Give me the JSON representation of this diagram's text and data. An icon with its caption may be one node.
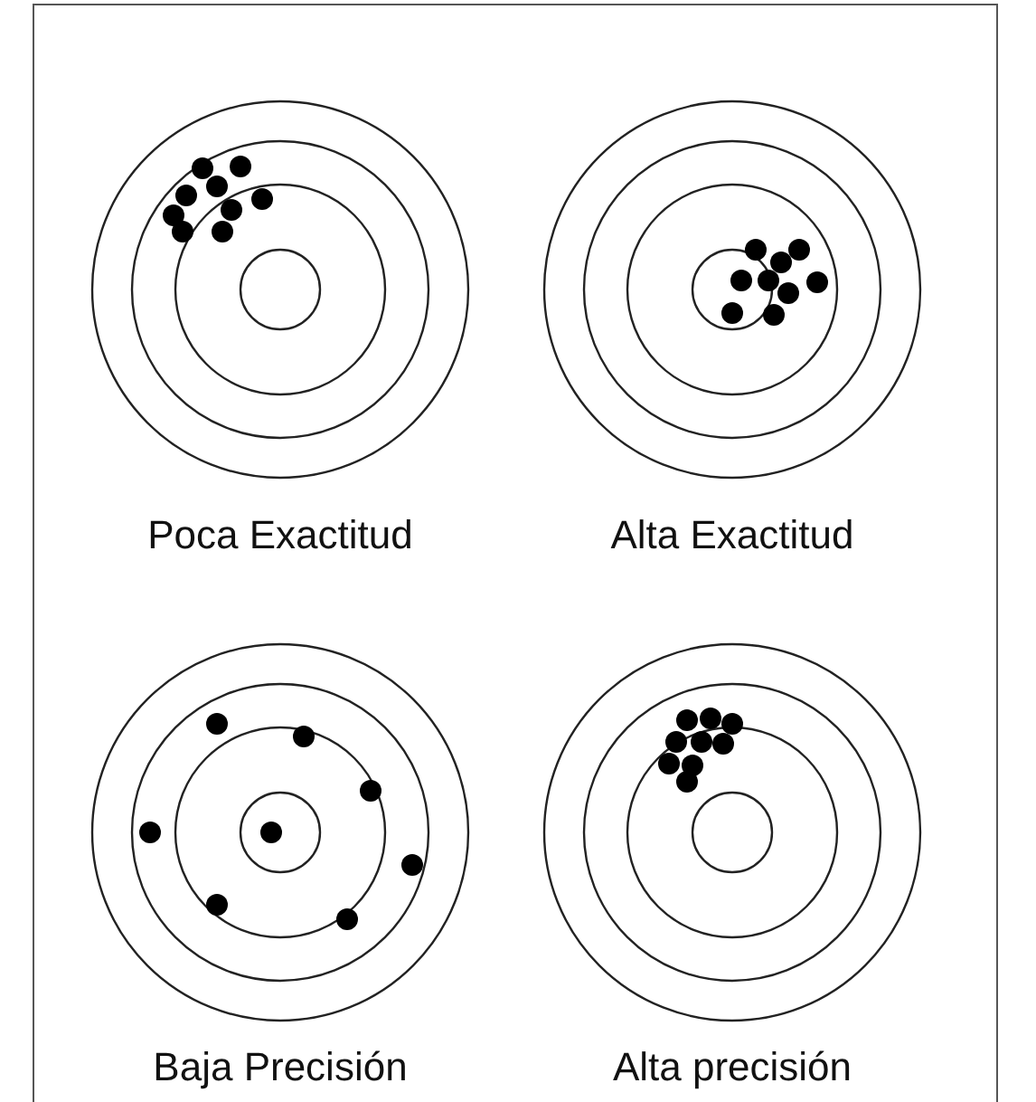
{
  "diagram": {
    "labels": [
      "Poca Exactitud",
      "Alta Exactitud",
      "Baja Precisión",
      "Alta precisión"
    ]
  }
}
